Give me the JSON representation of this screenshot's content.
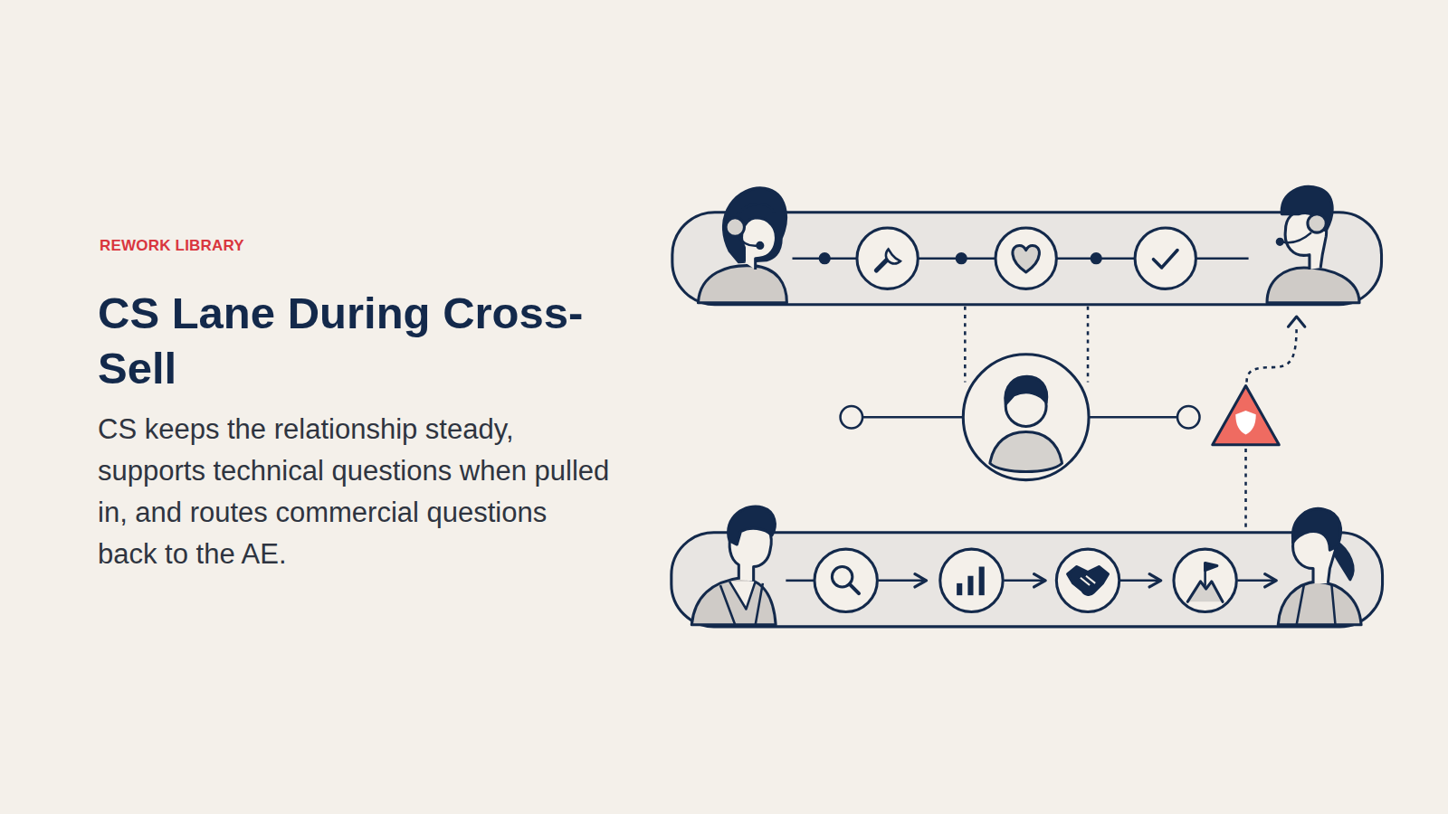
{
  "diagram": {
    "title": "CS Lane During Cross-Sell",
    "caption": "CS keeps the relationship steady, supports technical questions when pulled in, and routes commercial questions back to the AE.",
    "labels": [
      "REWORK LIBRARY"
    ]
  }
}
